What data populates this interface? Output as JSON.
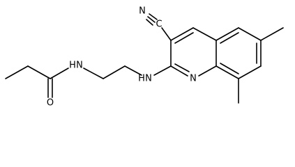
{
  "diagram": {
    "atom_labels": {
      "nitrile_n": "N",
      "nitrile_c": "C",
      "ring_n": "N",
      "amine_nh": "H",
      "amine_n": "N",
      "amide_nh": "H",
      "amide_n": "N",
      "carbonyl_o": "O"
    }
  }
}
